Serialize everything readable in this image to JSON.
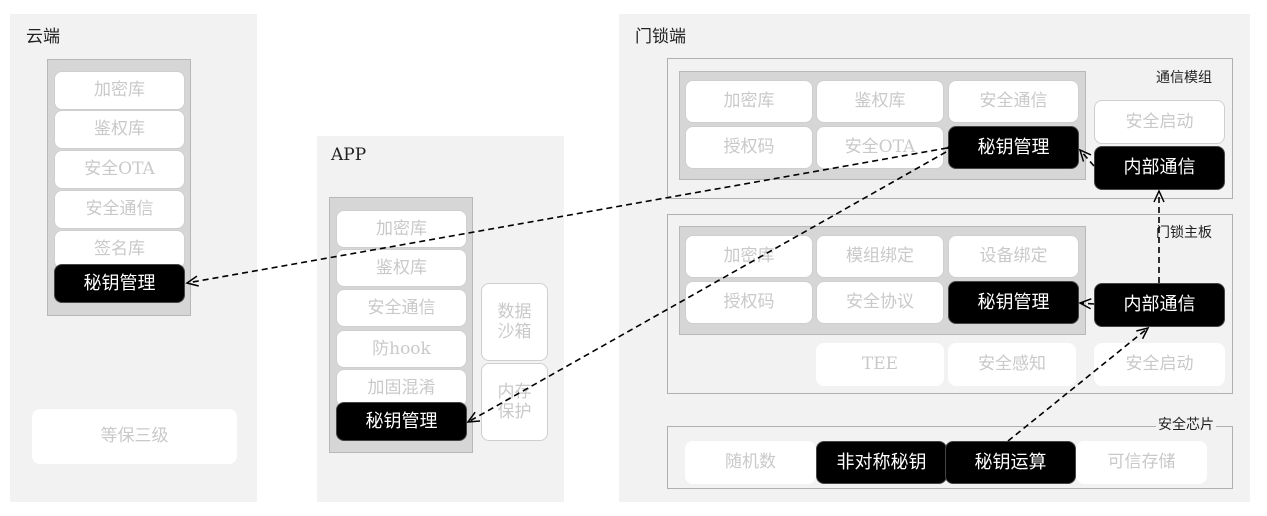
{
  "cloud": {
    "title": "云端",
    "modules": [
      "加密库",
      "鉴权库",
      "安全OTA",
      "安全通信",
      "签名库"
    ],
    "key_mgmt": "秘钥管理",
    "level": "等保三级"
  },
  "app": {
    "title": "APP",
    "modules": [
      "加密库",
      "鉴权库",
      "安全通信",
      "防hook",
      "加固混淆"
    ],
    "key_mgmt": "秘钥管理",
    "sandbox": "数据沙箱",
    "memory": "内存保护"
  },
  "lock": {
    "title": "门锁端",
    "comm_module": {
      "label": "通信模组",
      "crypto": "加密库",
      "auth": "鉴权库",
      "secure_comm": "安全通信",
      "auth_code": "授权码",
      "ota": "安全OTA",
      "key_mgmt": "秘钥管理",
      "secure_boot": "安全启动",
      "internal_comm": "内部通信"
    },
    "mainboard": {
      "label": "门锁主板",
      "crypto": "加密库",
      "module_bind": "模组绑定",
      "device_bind": "设备绑定",
      "auth_code": "授权码",
      "protocol": "安全协议",
      "key_mgmt": "秘钥管理",
      "internal_comm": "内部通信",
      "tee": "TEE",
      "perception": "安全感知",
      "secure_boot": "安全启动"
    },
    "chip": {
      "label": "安全芯片",
      "random": "随机数",
      "asym_key": "非对称秘钥",
      "key_op": "秘钥运算",
      "storage": "可信存储"
    }
  },
  "colors": {
    "panel": "#f2f2f2",
    "stack": "#d6d6d6",
    "highlight": "#000000",
    "faded_text": "#c9c9c9"
  }
}
